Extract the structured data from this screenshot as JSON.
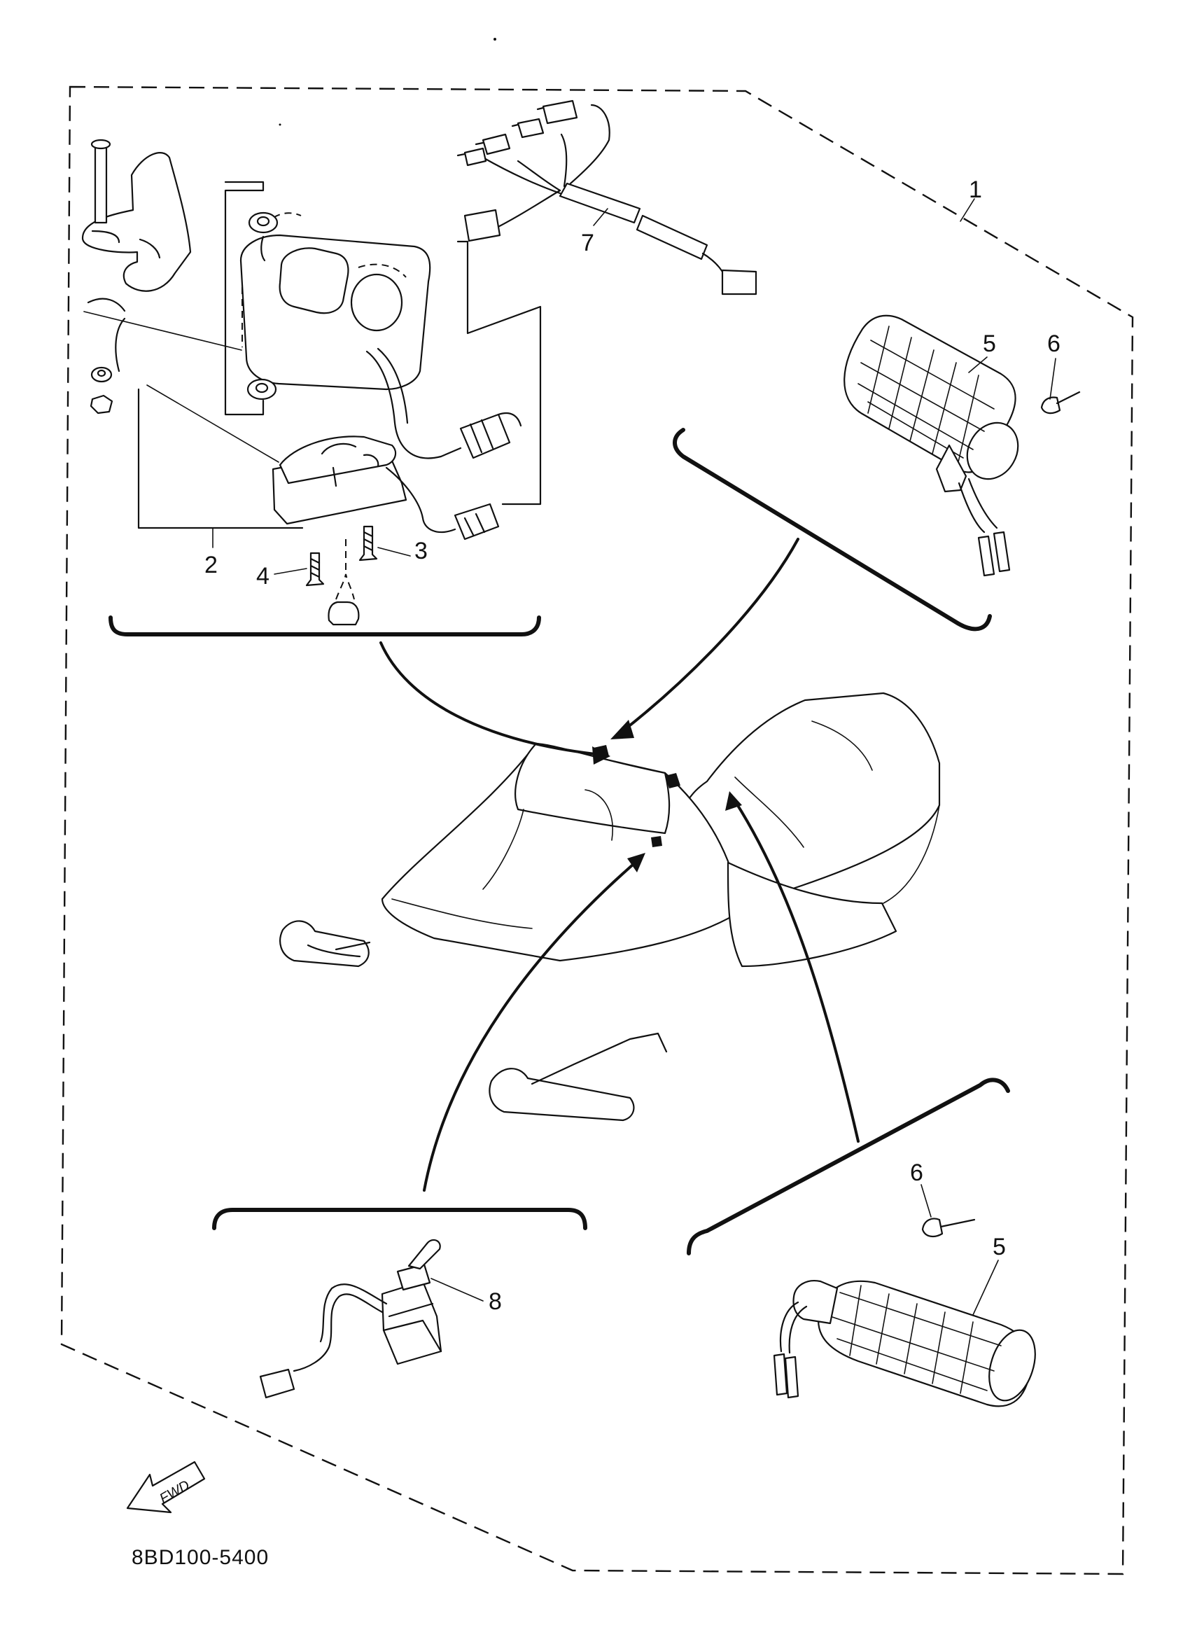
{
  "diagram": {
    "drawing_code": "8BD100-5400",
    "fwd_label": "FWD",
    "callouts": [
      {
        "id": "1",
        "label": "1"
      },
      {
        "id": "2",
        "label": "2"
      },
      {
        "id": "3",
        "label": "3"
      },
      {
        "id": "4",
        "label": "4"
      },
      {
        "id": "5a",
        "label": "5"
      },
      {
        "id": "6a",
        "label": "6"
      },
      {
        "id": "7",
        "label": "7"
      },
      {
        "id": "5b",
        "label": "5"
      },
      {
        "id": "6b",
        "label": "6"
      },
      {
        "id": "8",
        "label": "8"
      }
    ]
  }
}
